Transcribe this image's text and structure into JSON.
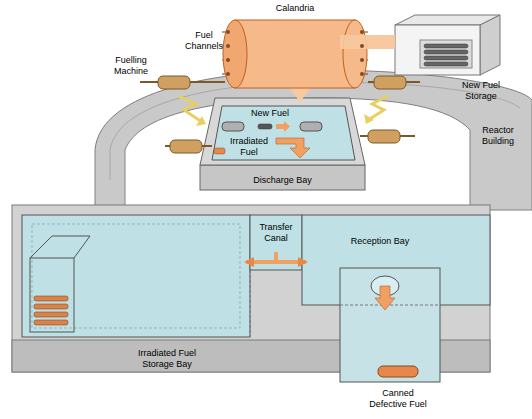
{
  "diagram": {
    "nodes": [
      {
        "text": [
          "Discharge Bay"
        ]
      },
      {
        "text": [
          "Irradiated Fuel Storage Bay"
        ]
      },
      {
        "text": [
          "Transfer Canal"
        ]
      },
      {
        "text": [
          "Reception Bay"
        ]
      }
    ],
    "edges": [
      {
        "from": 2,
        "to": 1,
        "arrow": "to"
      },
      {
        "from": 2,
        "to": 3,
        "arrow": "to"
      }
    ],
    "labels": [
      "Calandria",
      "Fuel Channels",
      "Fuelling Machine",
      "New Fuel Storage",
      "New Fuel",
      "Reactor Building",
      "Irradiated Fuel",
      "Canned Defective Fuel"
    ]
  }
}
